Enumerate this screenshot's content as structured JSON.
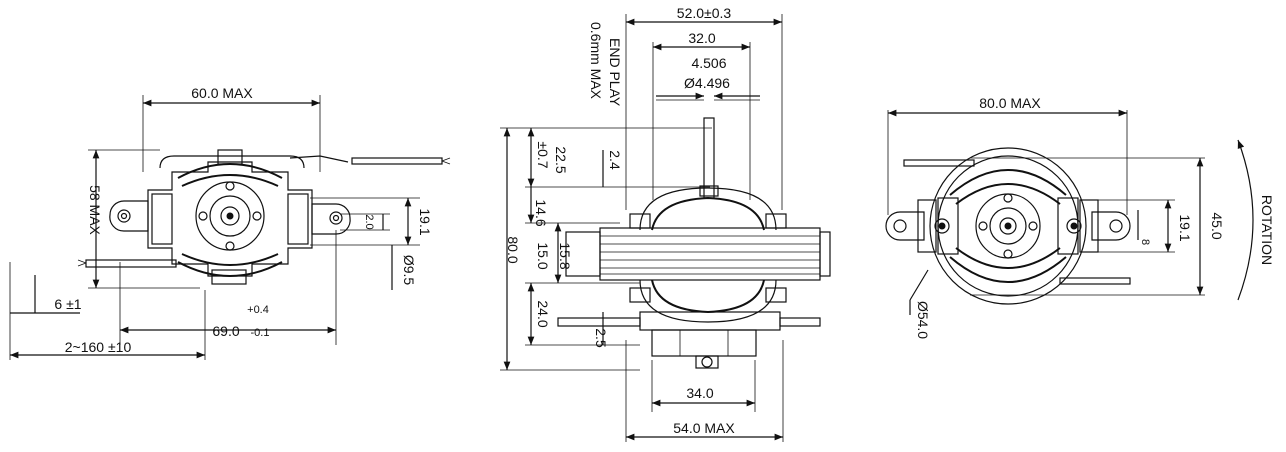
{
  "dimensions": {
    "left_width": "60.0 MAX",
    "left_height": "58 MAX",
    "left_mount": "19.1",
    "left_shaft_offset": "2.0",
    "left_shaft_dia": "Ø9.5",
    "lead_tip": "6 ±1",
    "lead_length": "2~160 ±10",
    "hole_spacing": "69.0",
    "hole_tol_plus": "+0.4",
    "hole_tol_minus": "-0.1",
    "mid_width": "52.0±0.3",
    "mid_inner": "32.0",
    "shaft_dia_top": "4.506",
    "shaft_dia_bottom": "Ø4.496",
    "end_play_line1": "END PLAY",
    "end_play_line2": "0.6mm MAX",
    "shaft_len": "22.5",
    "shaft_len_tol": "±0.7",
    "shaft_step": "2.4",
    "mid_height": "80.0",
    "stack_upper": "14.6",
    "stack_mid_a": "15.8",
    "stack_mid_b": "15.0",
    "stack_lower": "24.0",
    "base_offset": "2.5",
    "base_width": "34.0",
    "frame_width": "54.0 MAX",
    "right_width": "80.0 MAX",
    "right_mount": "19.1",
    "right_height": "45.0",
    "right_frame_dia": "Ø54.0",
    "rotation": "ROTATION",
    "right_small": "8"
  }
}
